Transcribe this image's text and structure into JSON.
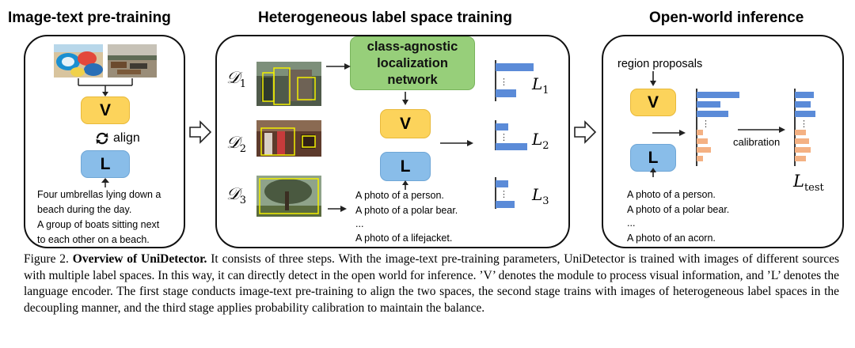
{
  "panel1": {
    "title": "Image-text pre-training",
    "v_label": "V",
    "l_label": "L",
    "align_label": "align",
    "captions": [
      "Four umbrellas lying down a",
      "beach during the day.",
      "A group of boats sitting next",
      "to each other on a beach."
    ]
  },
  "panel2": {
    "title": "Heterogeneous label space training",
    "datasets": [
      {
        "name": "𝒟",
        "sub": "1"
      },
      {
        "name": "𝒟",
        "sub": "2"
      },
      {
        "name": "𝒟",
        "sub": "3"
      }
    ],
    "cln_lines": [
      "class-agnostic",
      "localization",
      "network"
    ],
    "v_label": "V",
    "l_label": "L",
    "losses": [
      {
        "name": "L",
        "sub": "1"
      },
      {
        "name": "L",
        "sub": "2"
      },
      {
        "name": "L",
        "sub": "3"
      }
    ],
    "prompts": [
      "A photo of a person.",
      "A photo of a polar bear.",
      "...",
      "A photo of a lifejacket."
    ]
  },
  "panel3": {
    "title": "Open-world inference",
    "region_label": "region proposals",
    "v_label": "V",
    "l_label": "L",
    "calibration_label": "calibration",
    "loss": {
      "name": "L",
      "sub": "test"
    },
    "prompts": [
      "A photo of a person.",
      "A photo of a polar bear.",
      "...",
      "A photo of an acorn."
    ]
  },
  "caption": {
    "label": "Figure 2.",
    "bold": "Overview of UniDetector.",
    "text": "It consists of three steps. With the image-text pre-training parameters, UniDetector is trained with images of different sources with multiple label spaces. In this way, it can directly detect in the open world for inference. ’V’ denotes the module to process visual information, and ’L’ denotes the language encoder. The first stage conducts image-text pre-training to align the two spaces, the second stage trains with images of heterogeneous label spaces in the decoupling manner, and the third stage applies probability calibration to maintain the balance."
  },
  "colors": {
    "v_box": "#fcd35b",
    "l_box": "#89bde9",
    "cln_box": "#97cf7a",
    "blue_bar": "#5b8bd8",
    "orange_bar": "#f4b183",
    "det_box": "#f2f000"
  }
}
